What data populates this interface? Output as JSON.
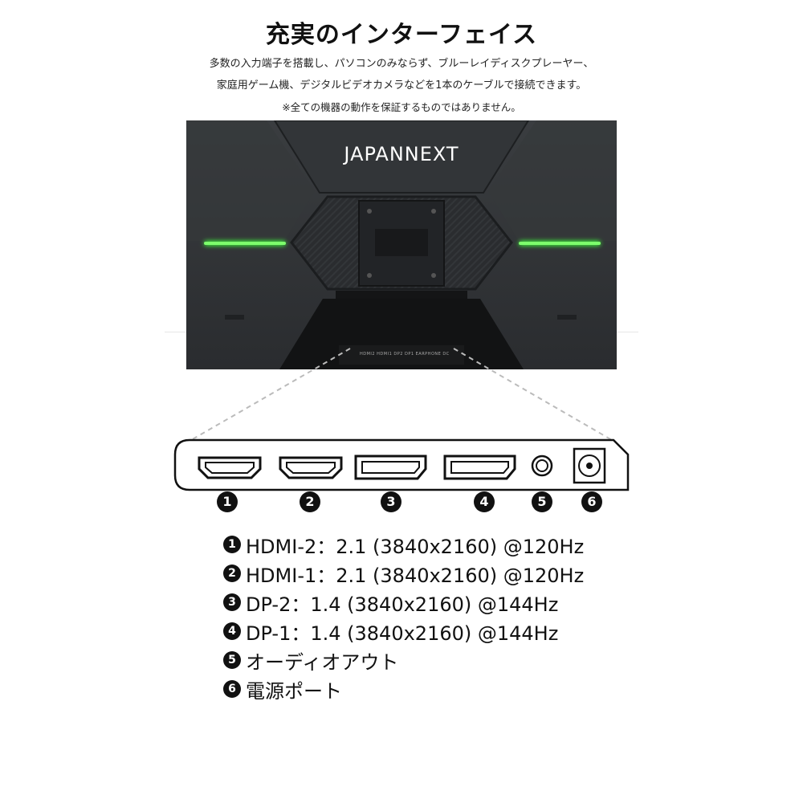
{
  "title": "充実のインターフェイス",
  "description": [
    "多数の入力端子を搭載し、パソコンのみならず、ブルーレイディスクプレーヤー、",
    "家庭用ゲーム機、デジタルビデオカメラなどを1本のケーブルで接続できます。",
    "※全ての機器の動作を保証するものではありません。"
  ],
  "monitor": {
    "brand": "JAPANNEXT",
    "port_labels": "HDMI2   HDMI1   DP2   DP1  EARPHONE  DC",
    "accent_color": "#3dff3a"
  },
  "ports": [
    {
      "num": "1",
      "icon": "hdmi-port-icon"
    },
    {
      "num": "2",
      "icon": "hdmi-port-icon"
    },
    {
      "num": "3",
      "icon": "displayport-icon"
    },
    {
      "num": "4",
      "icon": "displayport-icon"
    },
    {
      "num": "5",
      "icon": "audio-jack-icon"
    },
    {
      "num": "6",
      "icon": "dc-power-icon"
    }
  ],
  "specs": [
    {
      "num": "1",
      "text": "HDMI-2：2.1 (3840x2160) @120Hz"
    },
    {
      "num": "2",
      "text": "HDMI-1：2.1 (3840x2160) @120Hz"
    },
    {
      "num": "3",
      "text": "DP-2：1.4 (3840x2160) @144Hz"
    },
    {
      "num": "4",
      "text": "DP-1：1.4 (3840x2160) @144Hz"
    },
    {
      "num": "5",
      "text": "オーディオアウト"
    },
    {
      "num": "6",
      "text": "電源ポート"
    }
  ]
}
